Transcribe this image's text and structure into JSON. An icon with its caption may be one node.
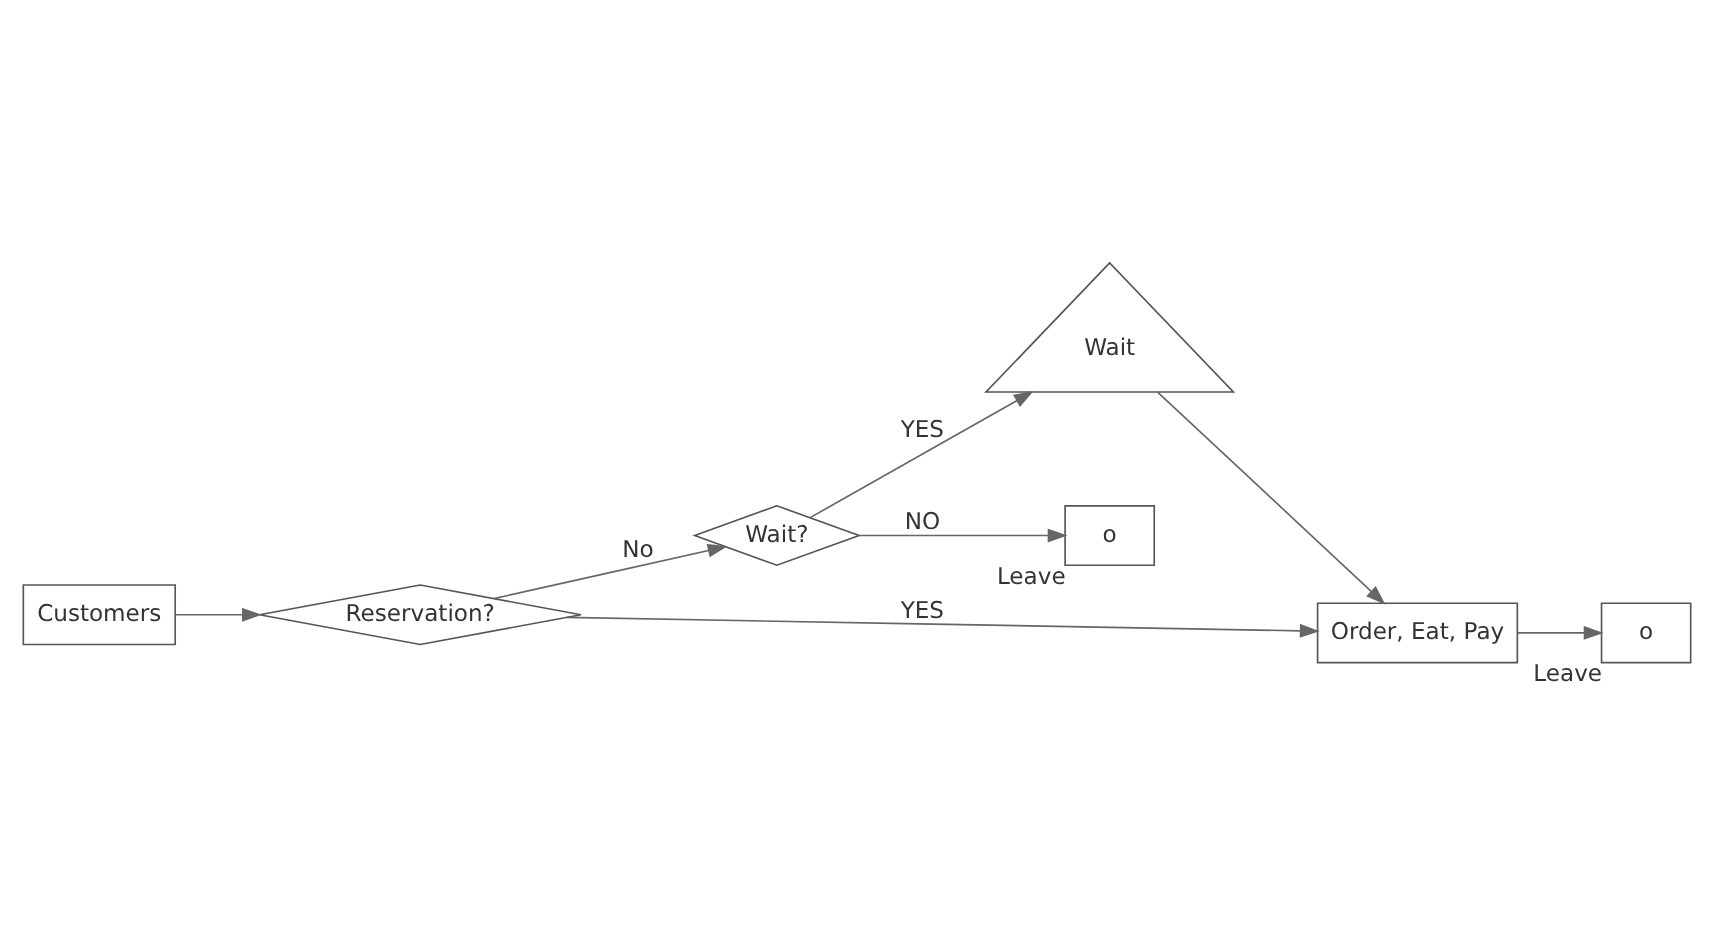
{
  "diagram": {
    "nodes": [
      {
        "text": [
          "Customers"
        ]
      },
      {
        "text": [
          "Reservation?"
        ]
      },
      {
        "text": [
          "Wait?"
        ]
      },
      {
        "text": [
          "Wait"
        ]
      },
      {
        "text": [
          "Order, Eat, Pay"
        ]
      },
      {
        "text": [
          "o"
        ],
        "beside": [
          "Leave"
        ]
      },
      {
        "text": [
          "o"
        ],
        "beside": [
          "Leave"
        ]
      }
    ],
    "edges": [
      {
        "from": 0,
        "to": 1,
        "arrow": "to"
      },
      {
        "from": 1,
        "to": 4,
        "arrow": "to",
        "label": "YES"
      },
      {
        "from": 1,
        "to": 2,
        "arrow": "to",
        "label": "No"
      },
      {
        "from": 2,
        "to": 3,
        "arrow": "to",
        "label": "YES"
      },
      {
        "from": 3,
        "to": 4,
        "arrow": "to"
      },
      {
        "from": 4,
        "to": 6,
        "arrow": "to"
      },
      {
        "from": 2,
        "to": 5,
        "arrow": "to",
        "label": "NO"
      }
    ]
  }
}
